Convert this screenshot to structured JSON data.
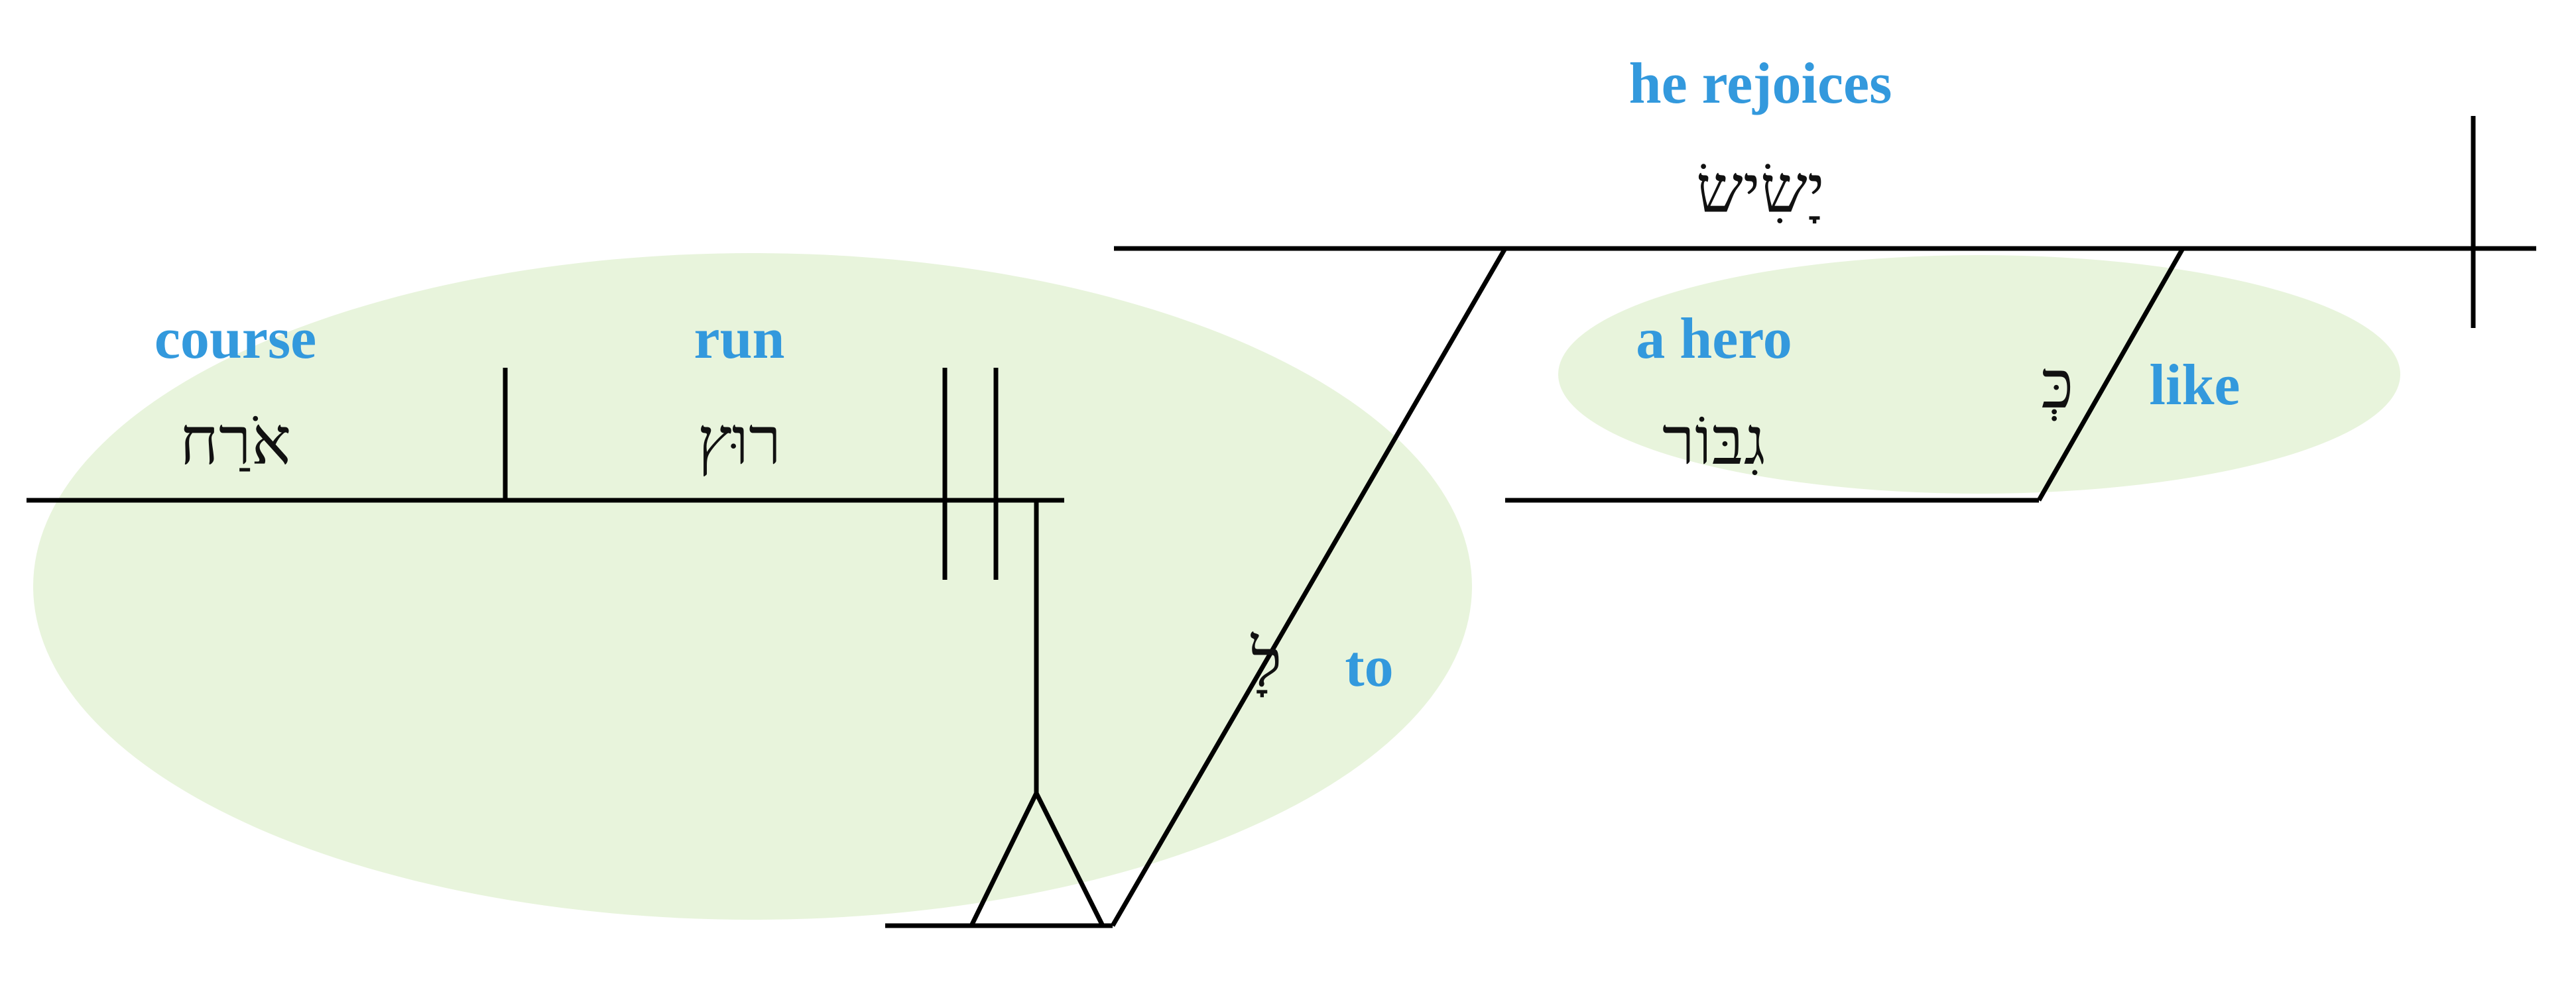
{
  "colors": {
    "gloss": "#3399dd",
    "hebrew": "#111111",
    "highlight": "#e8f4dc",
    "line": "#000000"
  },
  "words": {
    "verb": {
      "hebrew": "יָשִׂישׂ",
      "gloss": "he rejoices"
    },
    "hero": {
      "hebrew": "גִבּוֹר",
      "gloss": "a hero"
    },
    "like": {
      "hebrew": "כְּ",
      "gloss": "like"
    },
    "run": {
      "hebrew": "רוּץ",
      "gloss": "run"
    },
    "course": {
      "hebrew": "אֹרַח",
      "gloss": "course"
    },
    "to": {
      "hebrew": "לָ",
      "gloss": "to"
    }
  }
}
